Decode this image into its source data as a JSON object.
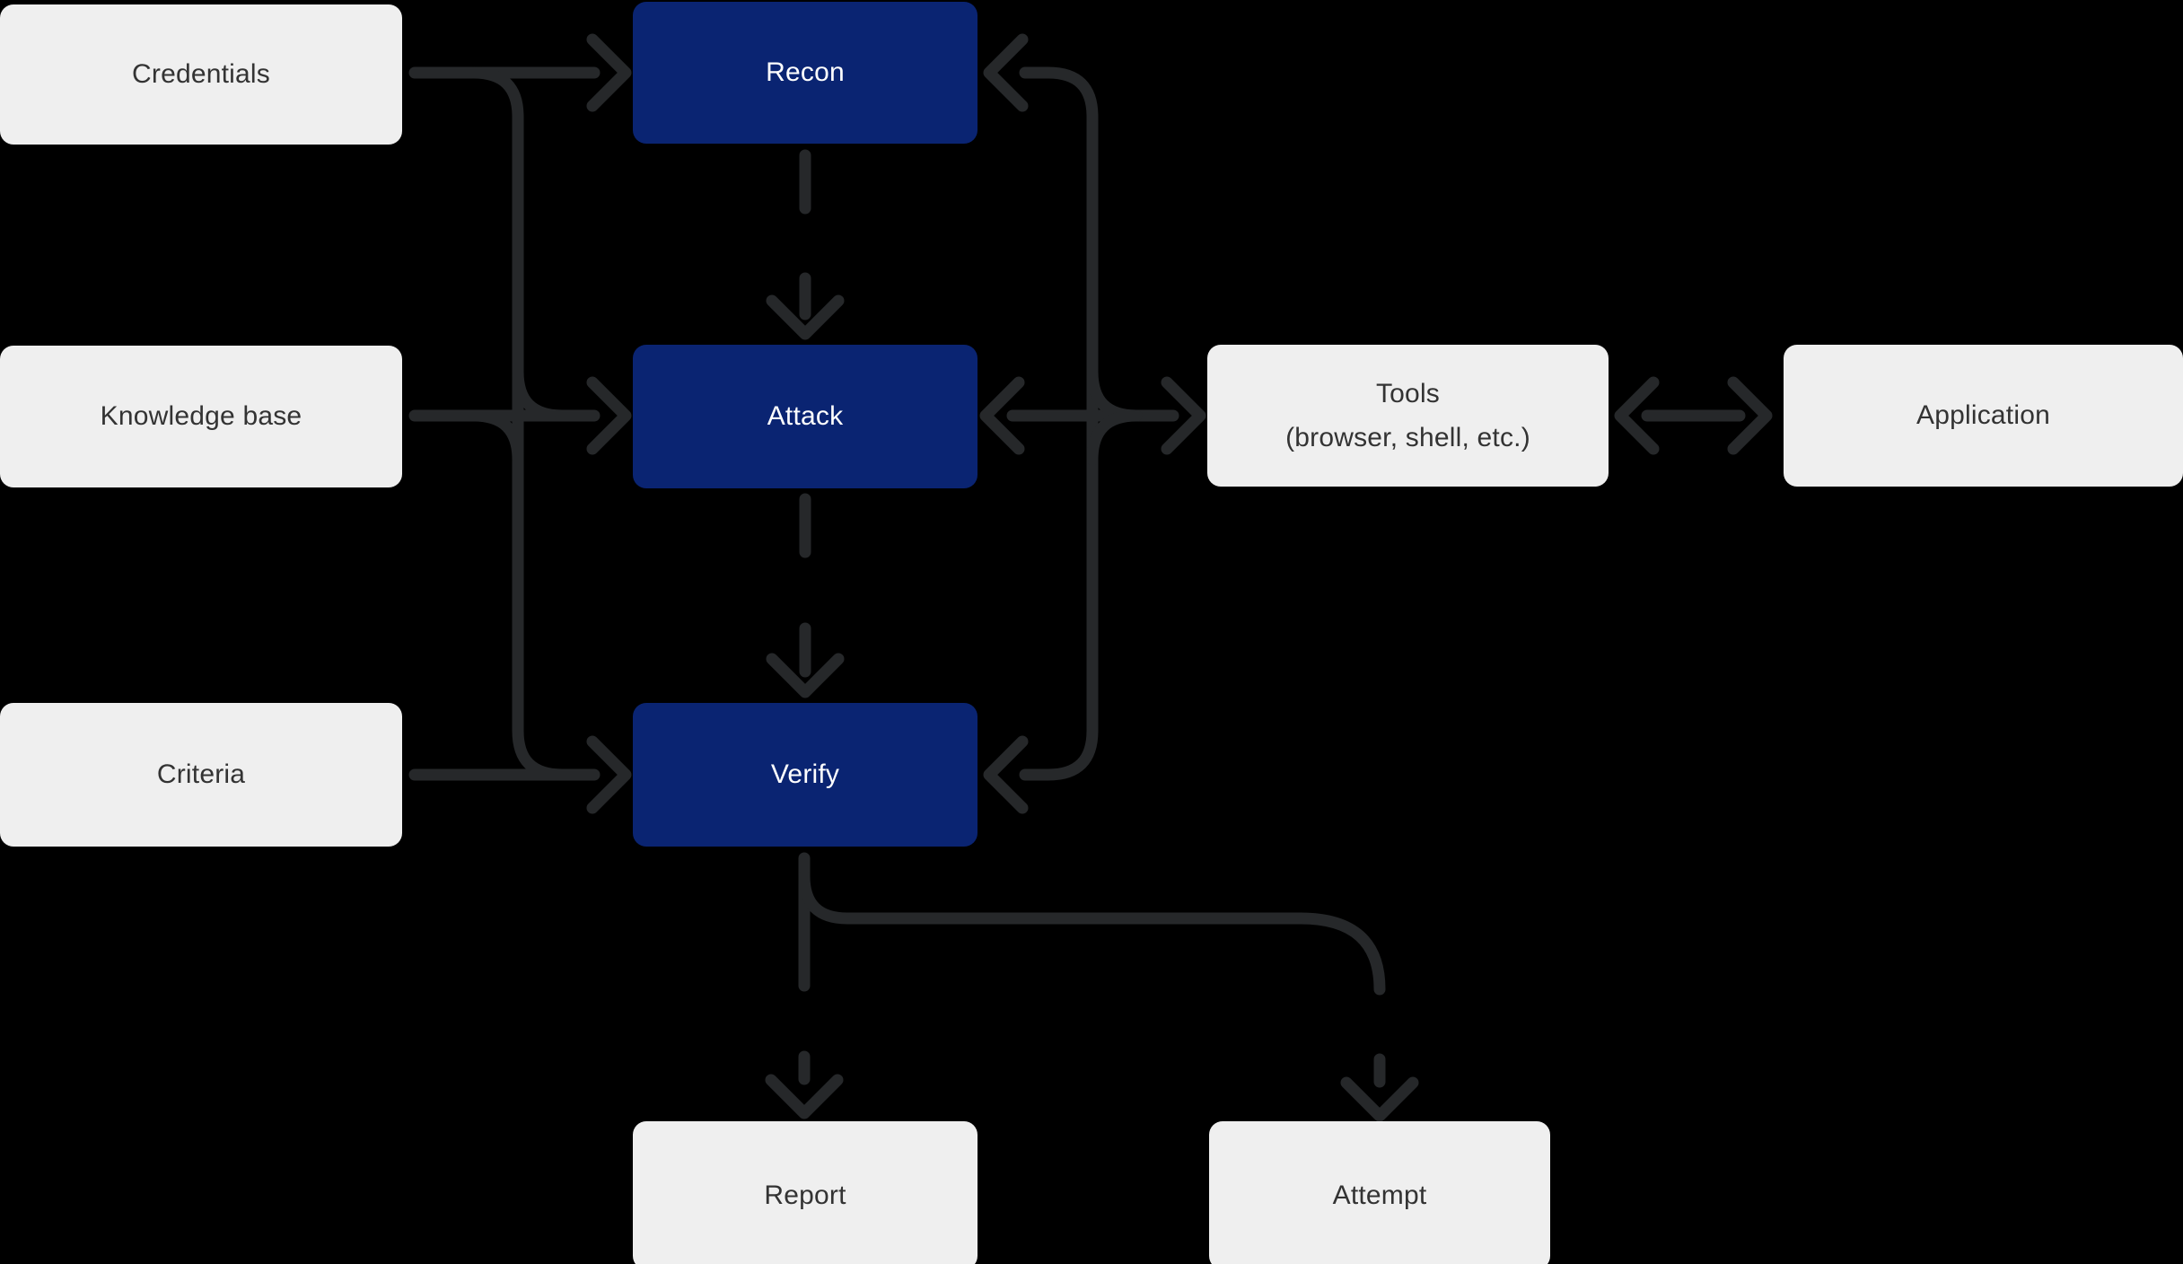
{
  "diagram": {
    "title": "agent loop flow diagram",
    "colors": {
      "bg": "#000000",
      "node-light-fill": "#efefef",
      "node-dark-fill": "#0a2472",
      "node-light-text": "#333333",
      "node-dark-text": "#ffffff",
      "connector": "#26282a"
    },
    "nodes": {
      "credentials": {
        "label": "Credentials"
      },
      "knowledge_base": {
        "label": "Knowledge base"
      },
      "criteria": {
        "label": "Criteria"
      },
      "recon": {
        "label": "Recon"
      },
      "attack": {
        "label": "Attack"
      },
      "verify": {
        "label": "Verify"
      },
      "tools": {
        "label": "Tools",
        "sublabel": "(browser, shell, etc.)"
      },
      "application": {
        "label": "Application"
      },
      "report": {
        "label": "Report"
      },
      "attempt": {
        "label": "Attempt"
      }
    },
    "edges": [
      {
        "from": "credentials",
        "to": "recon",
        "direction": "one-way"
      },
      {
        "from": "credentials",
        "to": "attack-verify-trunk",
        "direction": "one-way"
      },
      {
        "from": "knowledge_base",
        "to": "attack",
        "direction": "one-way"
      },
      {
        "from": "knowledge_base",
        "to": "verify-trunk",
        "direction": "one-way"
      },
      {
        "from": "criteria",
        "to": "verify",
        "direction": "one-way"
      },
      {
        "from": "recon",
        "to": "attack",
        "direction": "one-way"
      },
      {
        "from": "attack",
        "to": "verify",
        "direction": "one-way"
      },
      {
        "from": "attack",
        "to": "tools",
        "direction": "two-way"
      },
      {
        "from": "tools",
        "to": "application",
        "direction": "two-way"
      },
      {
        "from": "tools",
        "to": "recon",
        "direction": "one-way"
      },
      {
        "from": "tools",
        "to": "verify",
        "direction": "one-way"
      },
      {
        "from": "verify",
        "to": "report",
        "direction": "one-way"
      },
      {
        "from": "verify",
        "to": "attempt",
        "direction": "one-way"
      }
    ]
  }
}
